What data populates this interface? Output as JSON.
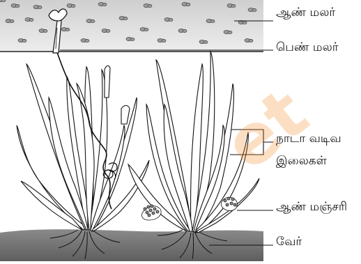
{
  "labels": {
    "male_flower": "ஆண் மலர்",
    "female_flower": "பெண் மலர்",
    "ribbon_leaves_line1": "நாடா வடிவ",
    "ribbon_leaves_line2": "இலைகள்",
    "male_spadix": "ஆண் மஞ்சரி",
    "root": "வேர்"
  },
  "watermark": "et",
  "colors": {
    "water": "#d4d4d4",
    "ink": "#1a1a1a",
    "soil": "#6b6b6b",
    "watermark": "#f38c28"
  }
}
